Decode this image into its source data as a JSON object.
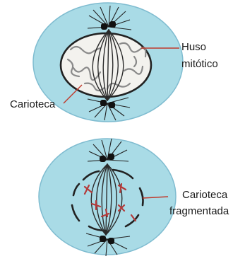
{
  "labels": {
    "huso_line1": "Huso",
    "huso_line2": "mitótico",
    "carioteca": "Carioteca",
    "frag_line1": "Carioteca",
    "frag_line2": "fragmentada"
  },
  "colors": {
    "cytoplasm": "#a9dbe6",
    "cell_outline": "#7fbcd0",
    "nucleus_fill": "#f3f2ee",
    "envelope": "#222222",
    "spindle": "#2b2b2b",
    "chromatin": "#8a8a8a",
    "chromosome": "#b43a3a",
    "pointer_line": "#c0392b"
  }
}
